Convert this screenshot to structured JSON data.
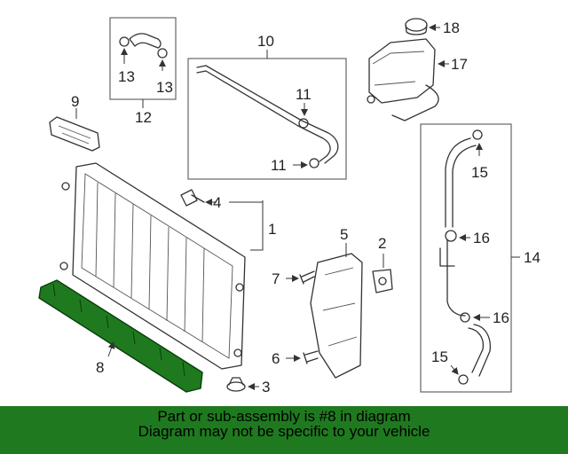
{
  "callouts": {
    "c1": "1",
    "c2": "2",
    "c3": "3",
    "c4": "4",
    "c5": "5",
    "c6": "6",
    "c7": "7",
    "c8": "8",
    "c9": "9",
    "c10": "10",
    "c11a": "11",
    "c11b": "11",
    "c12": "12",
    "c13a": "13",
    "c13b": "13",
    "c14": "14",
    "c15a": "15",
    "c15b": "15",
    "c16a": "16",
    "c16b": "16",
    "c17": "17",
    "c18": "18"
  },
  "highlight": {
    "part_number": "8",
    "color": "#1f7a1f"
  },
  "banner": {
    "line1": "Part or sub-assembly is #8 in diagram",
    "line2": "Diagram may not be specific to your vehicle",
    "background": "#1f7a1f"
  }
}
